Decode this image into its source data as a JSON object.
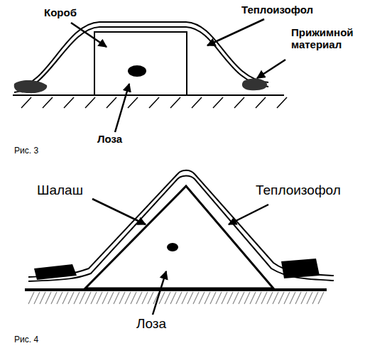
{
  "diagram": {
    "labels": [
      "Короб",
      "Теплоизофол",
      "Прижимной материал",
      "Лоза",
      "Рис. 3",
      "Шалаш",
      "Теплоизофол",
      "Лоза",
      "Рис. 4"
    ]
  }
}
